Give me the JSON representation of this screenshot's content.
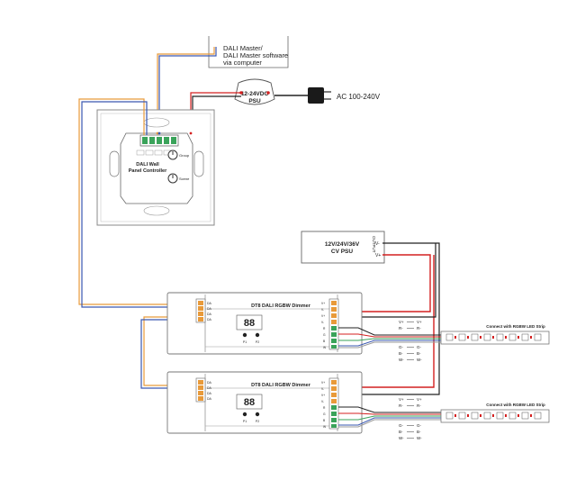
{
  "top_note": {
    "line1": "DALI Master/",
    "line2": "DALI Master software",
    "line3": "via computer"
  },
  "psu_small": {
    "line1": "12-24VDC",
    "line2": "PSU"
  },
  "ac_label": "AC 100-240V",
  "panel": {
    "line1": "DALI Wall",
    "line2": "Panel Controller",
    "knob1": "Group",
    "knob2": "Scene"
  },
  "cv_psu": {
    "line1": "12V/24V/36V",
    "line2": "CV PSU",
    "output": "OUTPUT",
    "vminus": "V-",
    "vplus": "V+"
  },
  "dimmers": [
    {
      "title": "DT8 DALI RGBW Dimmer",
      "display": "88",
      "left_terms": [
        "DA",
        "DA",
        "DA",
        "DA"
      ],
      "right_terms": [
        "V+",
        "V-",
        "V+",
        "V-",
        "R",
        "G",
        "B",
        "W"
      ],
      "btn1": "P1",
      "btn2": "P2"
    },
    {
      "title": "DT8 DALI RGBW Dimmer",
      "display": "88",
      "left_terms": [
        "DA",
        "DA",
        "DA",
        "DA"
      ],
      "right_terms": [
        "V+",
        "V-",
        "V+",
        "V-",
        "R",
        "G",
        "B",
        "W"
      ],
      "btn1": "P1",
      "btn2": "P2"
    }
  ],
  "strips": [
    {
      "label": "Connect with RGBW LED Strip",
      "pins_left": [
        "V+",
        "R-",
        "G-",
        "B-",
        "W-"
      ],
      "pins_right": [
        "V+",
        "R-",
        "G-",
        "B-",
        "W-"
      ]
    },
    {
      "label": "Connect with RGBW LED Strip",
      "pins_left": [
        "V+",
        "R-",
        "G-",
        "B-",
        "W-"
      ],
      "pins_right": [
        "V+",
        "R-",
        "G-",
        "B-",
        "W-"
      ]
    }
  ],
  "colors": {
    "red": "#d42020",
    "orange": "#e89a3a",
    "blue": "#3a58b0",
    "green": "#3aa35a",
    "purple": "#7a4aa8",
    "black": "#222222",
    "gray": "#999999"
  }
}
